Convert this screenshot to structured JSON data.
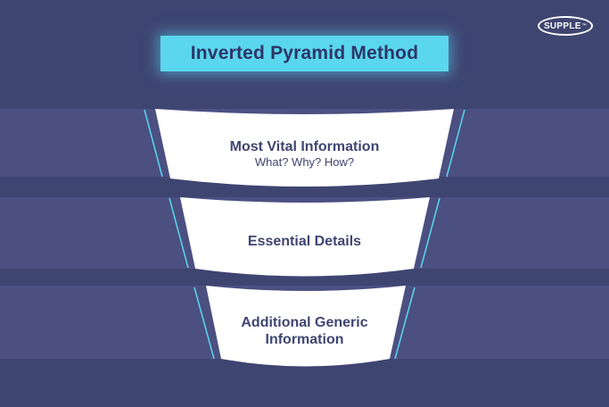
{
  "title": "Inverted Pyramid Method",
  "logo": {
    "text": "SUPPLE",
    "mark": "™"
  },
  "tiers": [
    {
      "title": "Most Vital Information",
      "subtitle": "What? Why? How?"
    },
    {
      "title": "Essential Details"
    },
    {
      "title_lines": [
        "Additional Generic",
        "Information"
      ]
    }
  ],
  "colors": {
    "background": "#3f4571",
    "band": "#4b5081",
    "title_box": "#5ad7ef",
    "tier_fill": "#ffffff",
    "accent_line": "#5ad7ef",
    "text": "#3f4571"
  }
}
